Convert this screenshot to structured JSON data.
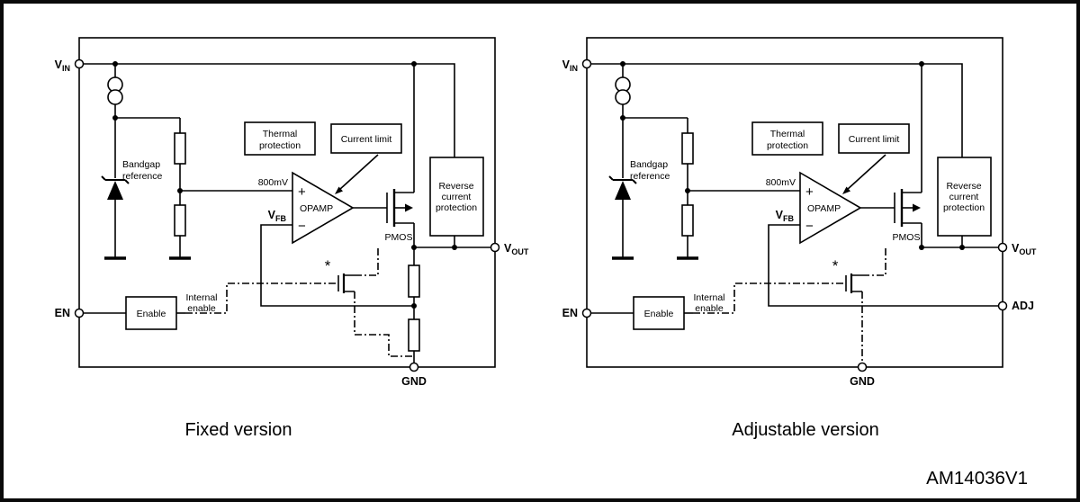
{
  "figure": {
    "fixed_caption": "Fixed version",
    "adjustable_caption": "Adjustable version",
    "part_code": "AM14036V1"
  },
  "labels": {
    "bandgap_l1": "Bandgap",
    "bandgap_l2": "reference",
    "thermal_l1": "Thermal",
    "thermal_l2": "protection",
    "current_limit": "Current limit",
    "reverse_l1": "Reverse",
    "reverse_l2": "current",
    "reverse_l3": "protection",
    "opamp": "OPAMP",
    "pmos": "PMOS",
    "ref_voltage": "800mV",
    "enable": "Enable",
    "internal_enable_l1": "Internal",
    "internal_enable_l2": "enable",
    "asterisk": "*",
    "plus": "+",
    "minus": "−"
  },
  "pins": {
    "v": "V",
    "vin_sub": "IN",
    "vfb_sub": "FB",
    "vout_sub": "OUT",
    "en": "EN",
    "gnd": "GND",
    "adj": "ADJ"
  }
}
